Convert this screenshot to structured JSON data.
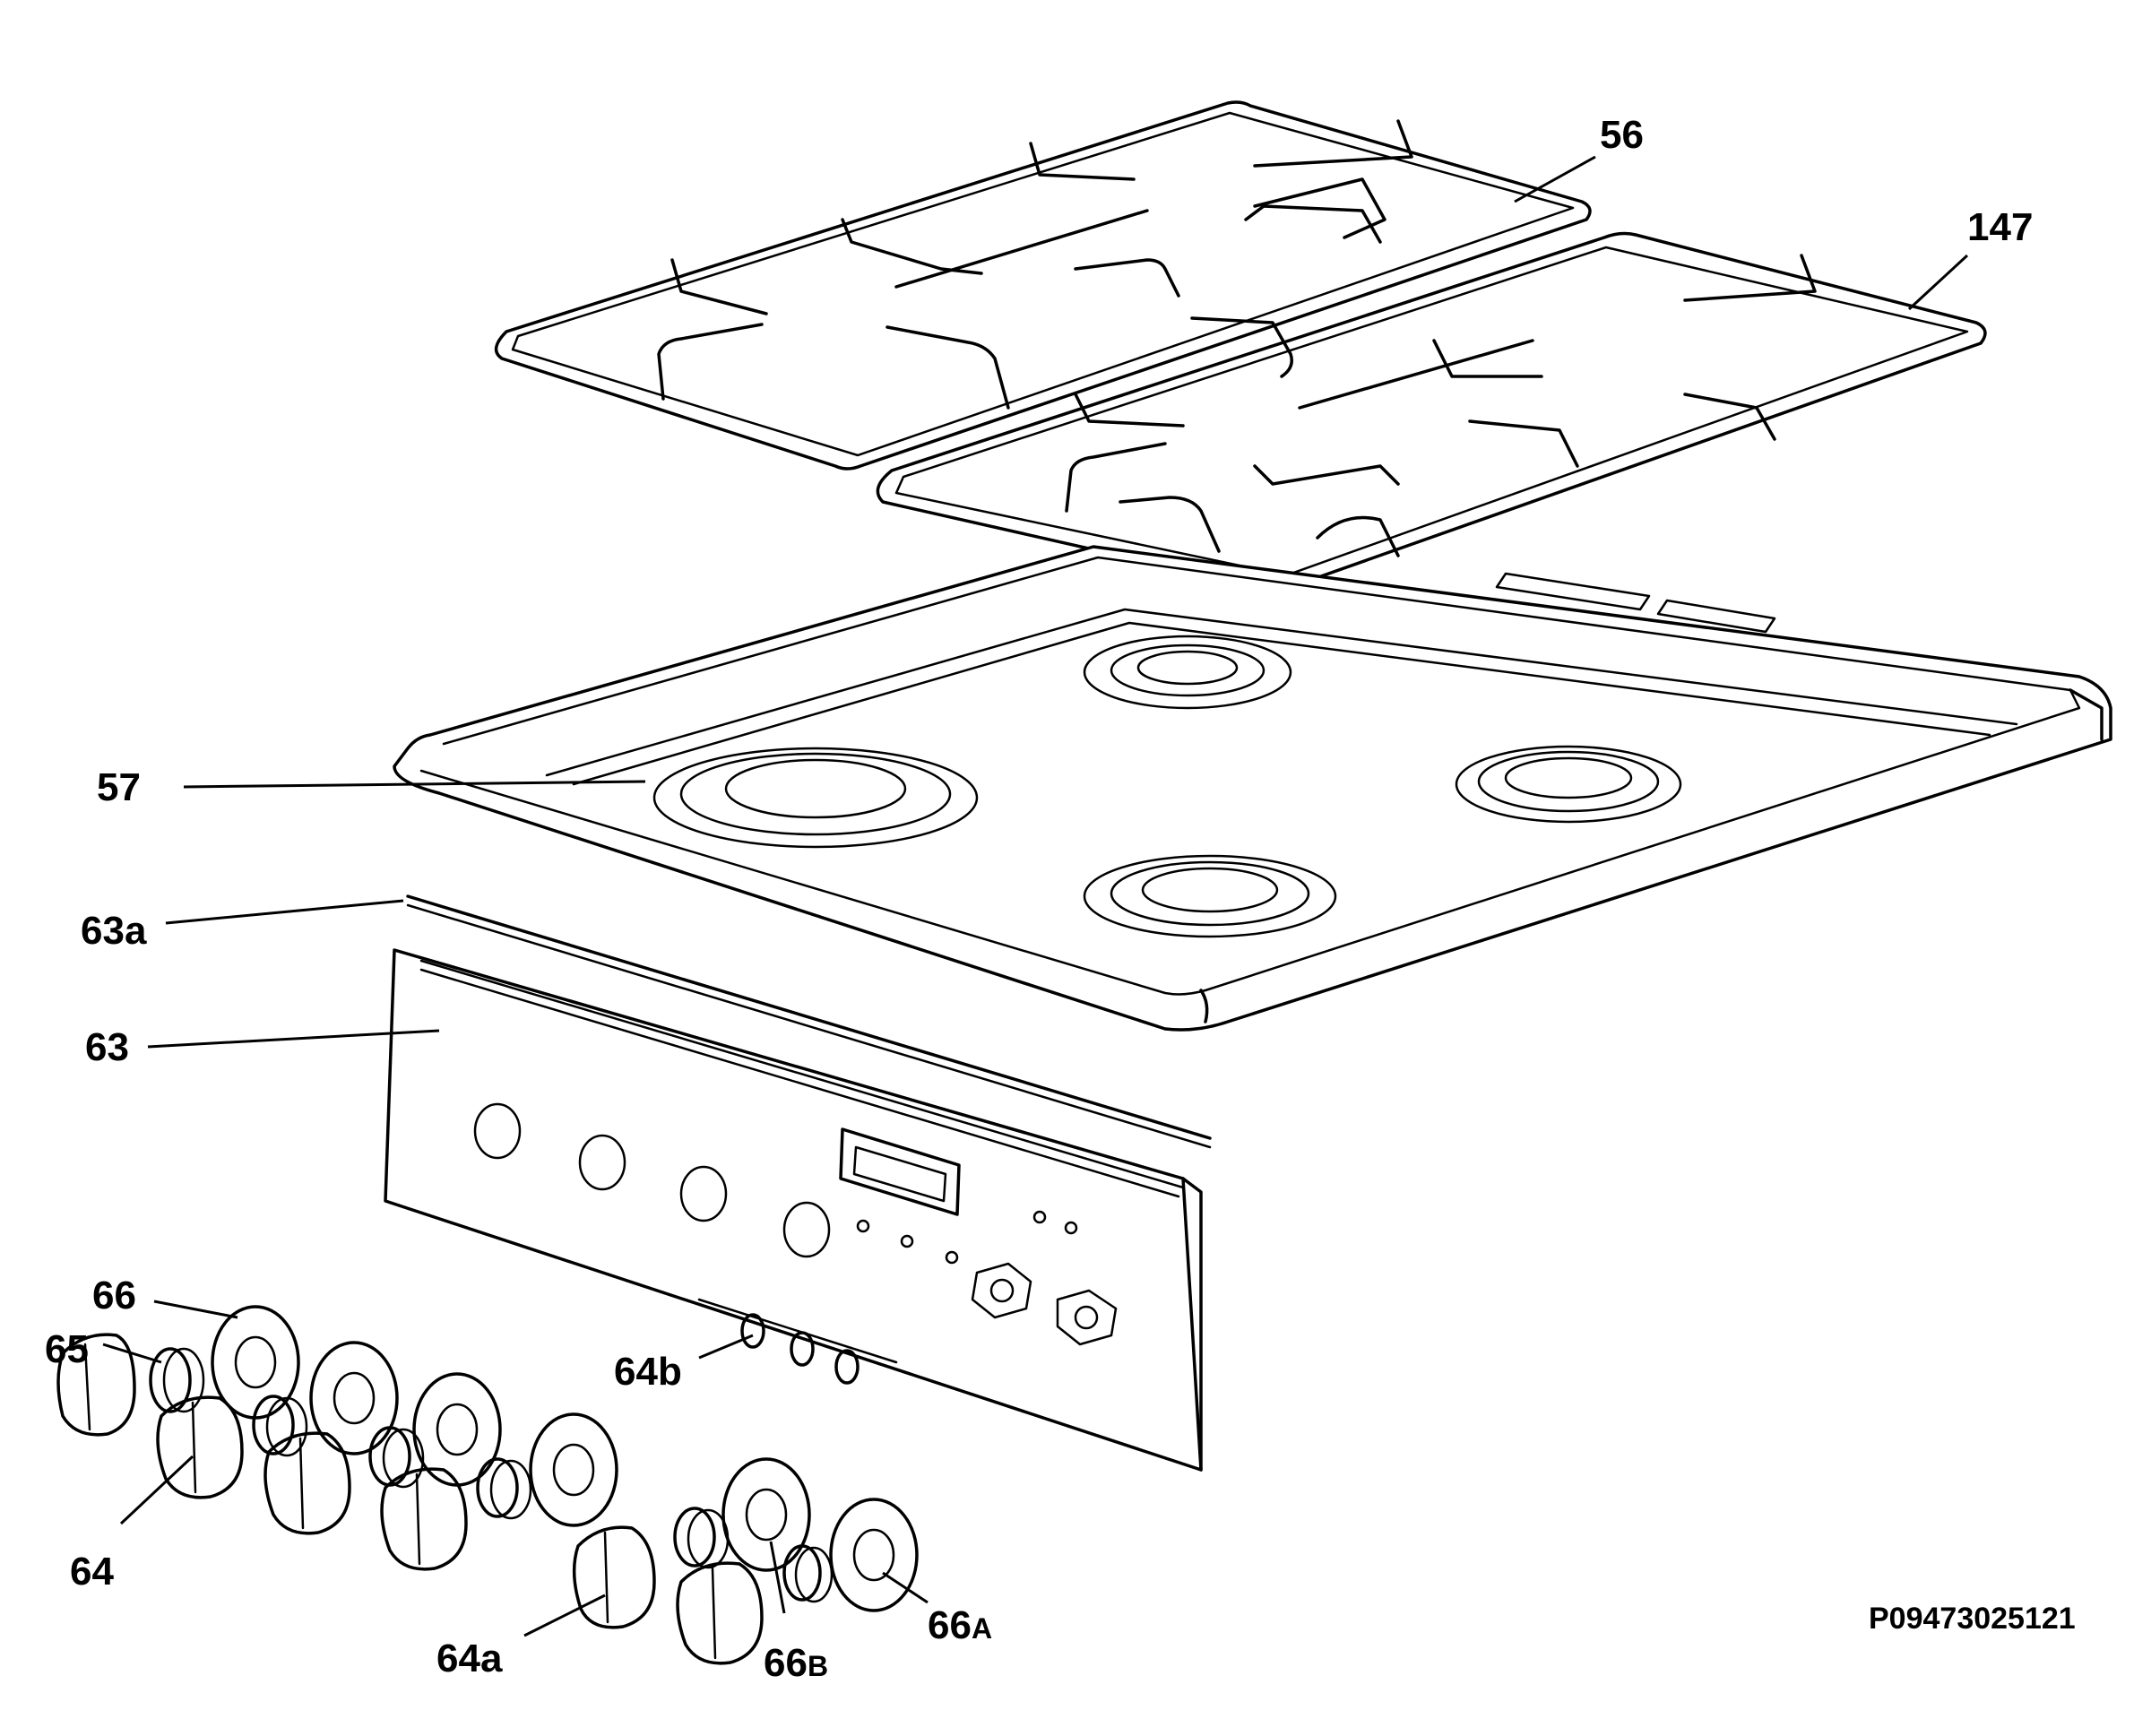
{
  "labels": {
    "l56": "56",
    "l147": "147",
    "l57": "57",
    "l63a": "63a",
    "l63": "63",
    "l66": "66",
    "l65": "65",
    "l64": "64",
    "l64b": "64b",
    "l64a": "64a",
    "l66a_num": "66",
    "l66a_sub": "A",
    "l66b_num": "66",
    "l66b_sub": "B"
  },
  "drawing_code": "P09473025121",
  "colors": {
    "line": "#000000",
    "background": "#ffffff"
  }
}
